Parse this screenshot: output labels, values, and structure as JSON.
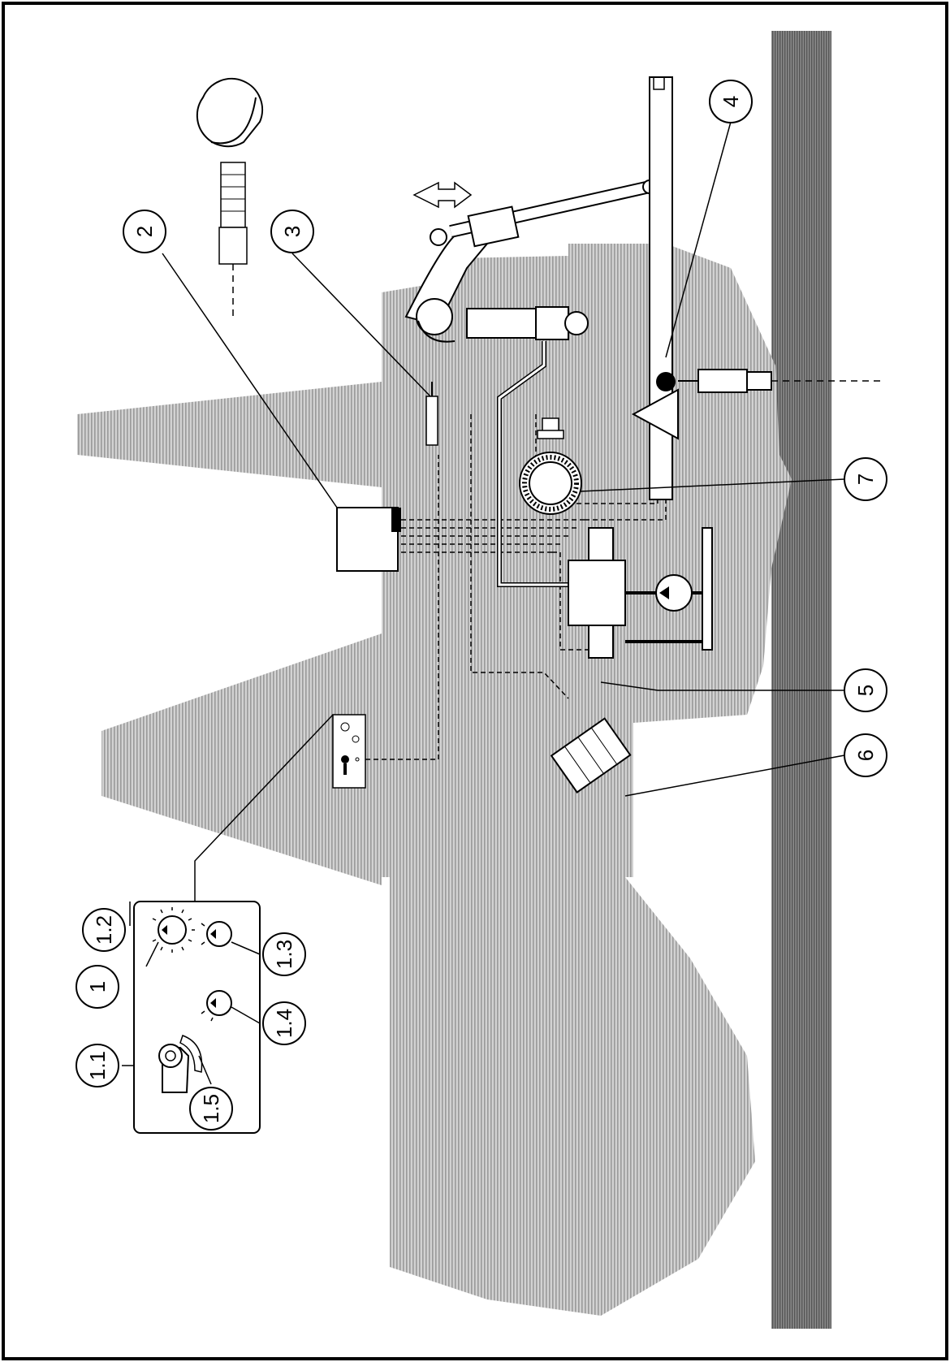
{
  "diagram": {
    "callouts": {
      "c1": "1",
      "c1_1": "1.1",
      "c1_2": "1.2",
      "c1_3": "1.3",
      "c1_4": "1.4",
      "c1_5": "1.5",
      "c2": "2",
      "c3": "3",
      "c4": "4",
      "c5": "5",
      "c6": "6",
      "c7": "7"
    },
    "colors": {
      "tractor_silhouette": "#b0b0b0",
      "ground_strip": "#707070",
      "line": "#000000",
      "part_fill": "#ffffff"
    }
  }
}
